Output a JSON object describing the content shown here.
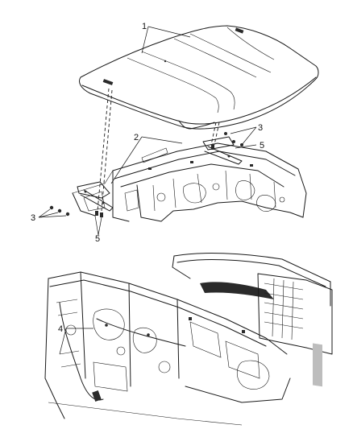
{
  "diagram": {
    "callouts": {
      "hood": "1",
      "hinge": "2",
      "nut": "3",
      "cable": "4",
      "bolt": "5"
    }
  }
}
